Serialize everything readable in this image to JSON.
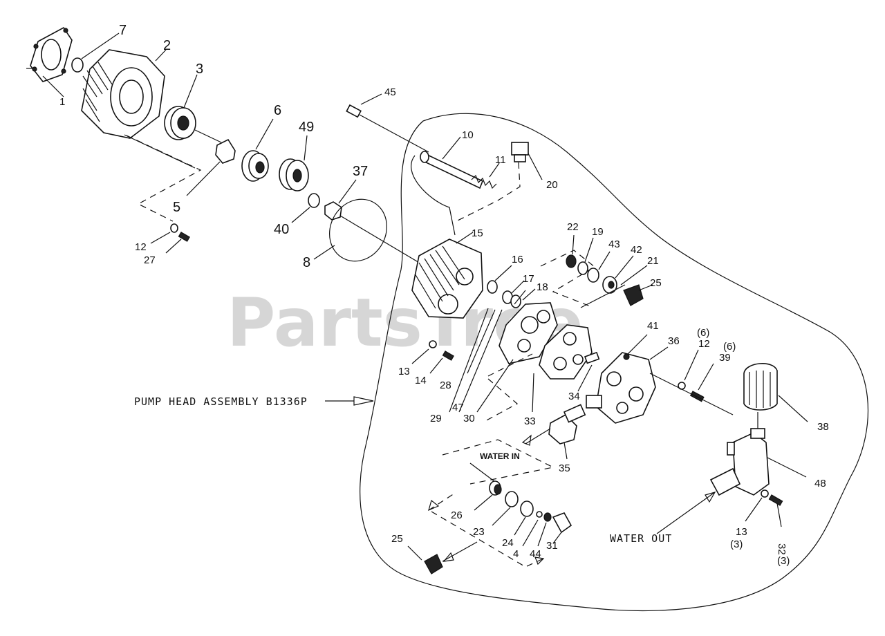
{
  "watermark": "PartsTree",
  "assembly_label": "PUMP HEAD ASSEMBLY B1336P",
  "water_in_label": "WATER IN",
  "water_out_label": "WATER OUT",
  "callouts": {
    "c1": "1",
    "c2": "2",
    "c3": "3",
    "c5": "5",
    "c6": "6",
    "c7": "7",
    "c8": "8",
    "c10": "10",
    "c11": "11",
    "c12a": "12",
    "c12b": "12",
    "c13a": "13",
    "c13b": "13",
    "c14": "14",
    "c15": "15",
    "c16": "16",
    "c17": "17",
    "c18": "18",
    "c19": "19",
    "c20": "20",
    "c21": "21",
    "c22": "22",
    "c23": "23",
    "c24": "24",
    "c25a": "25",
    "c25b": "25",
    "c26": "26",
    "c27": "27",
    "c28": "28",
    "c29": "29",
    "c30": "30",
    "c31": "31",
    "c32": "32",
    "c33": "33",
    "c34": "34",
    "c35": "35",
    "c36": "36",
    "c37": "37",
    "c38": "38",
    "c39": "39",
    "c4": "4",
    "c40": "40",
    "c41": "41",
    "c42": "42",
    "c43": "43",
    "c44": "44",
    "c45": "45",
    "c47": "47",
    "c48": "48",
    "c49": "49"
  },
  "quantities": {
    "q12": "(6)",
    "q39": "(6)",
    "q13": "(3)",
    "q32": "(3)"
  }
}
